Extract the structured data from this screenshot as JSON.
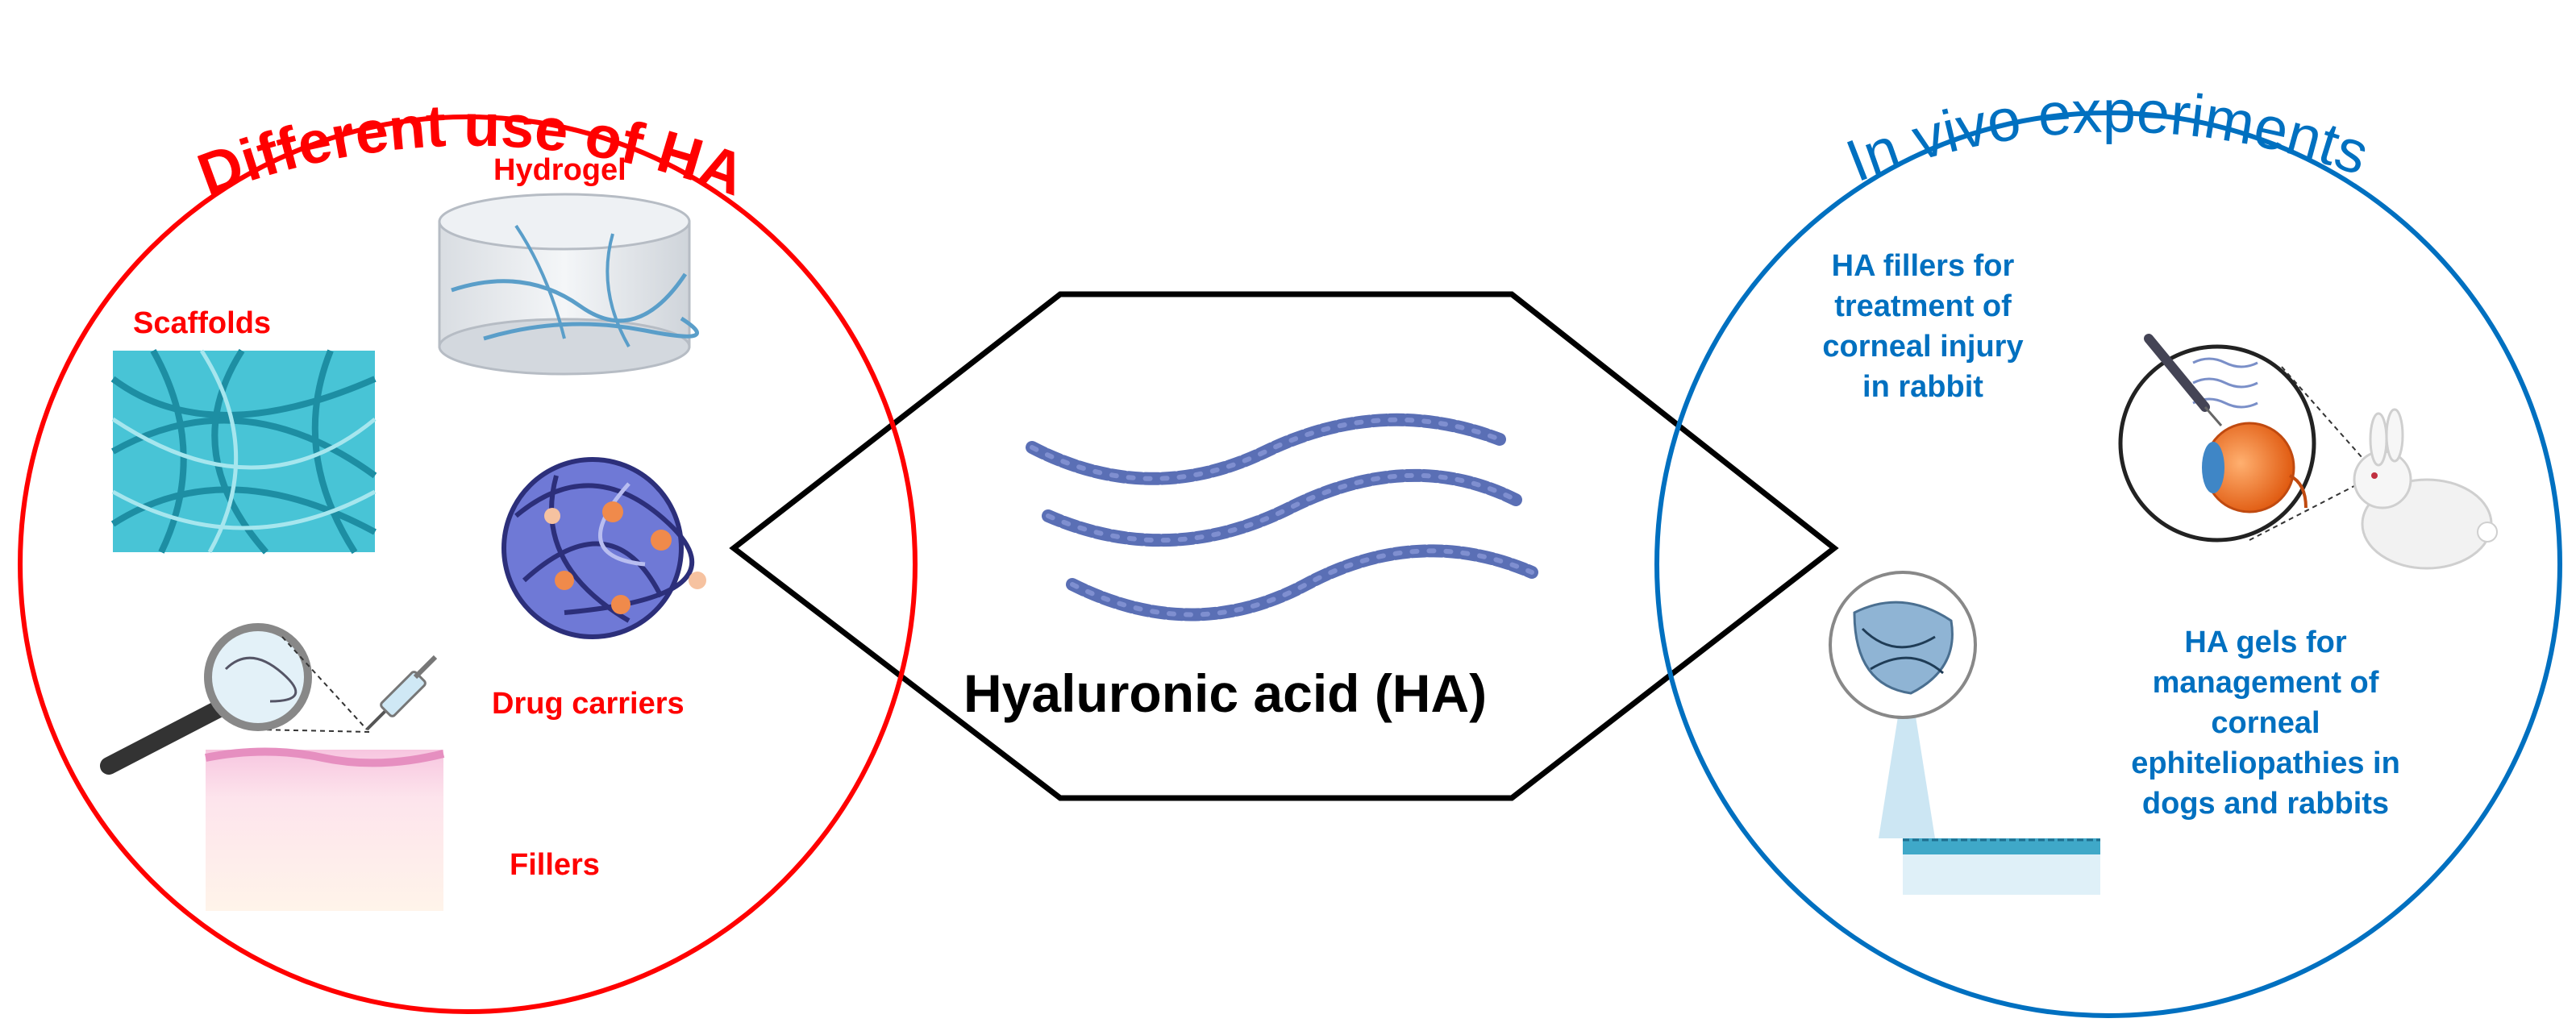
{
  "left_panel": {
    "title": "Different use of HA",
    "items": {
      "hydrogel": "Hydrogel",
      "scaffolds": "Scaffolds",
      "drug_carriers": "Drug carriers",
      "fillers": "Fillers"
    }
  },
  "center": {
    "title": "Hyaluronic acid (HA)"
  },
  "right_panel": {
    "title": "In vivo experiments",
    "items": {
      "fillers_lines": [
        "HA fillers for",
        "treatment of",
        "corneal injury",
        "in rabbit"
      ],
      "gels_lines": [
        "HA gels for",
        "management of",
        "corneal",
        "ephiteliopathies in",
        "dogs and rabbits"
      ]
    }
  },
  "colors": {
    "left_accent": "#ff0000",
    "right_accent": "#0070c0",
    "hexagon": "#000000"
  }
}
